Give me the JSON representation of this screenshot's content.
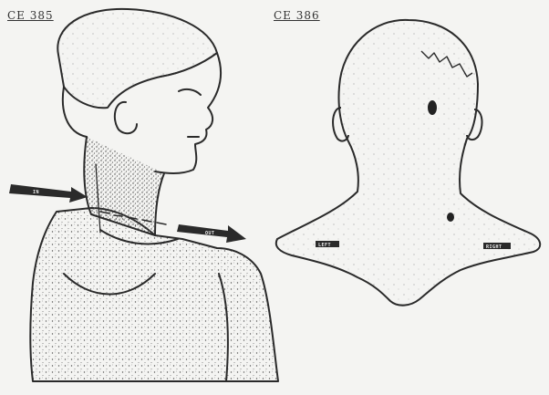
{
  "figure_left": {
    "exhibit_label": "CE 385",
    "arrow_in_label": "IN",
    "arrow_out_label": "OUT"
  },
  "figure_right": {
    "exhibit_label": "CE 386",
    "shoulder_left_label": "LEFT",
    "shoulder_right_label": "RIGHT"
  },
  "colors": {
    "paper": "#f4f4f2",
    "ink": "#2a2a2a",
    "stipple": "#555555"
  }
}
